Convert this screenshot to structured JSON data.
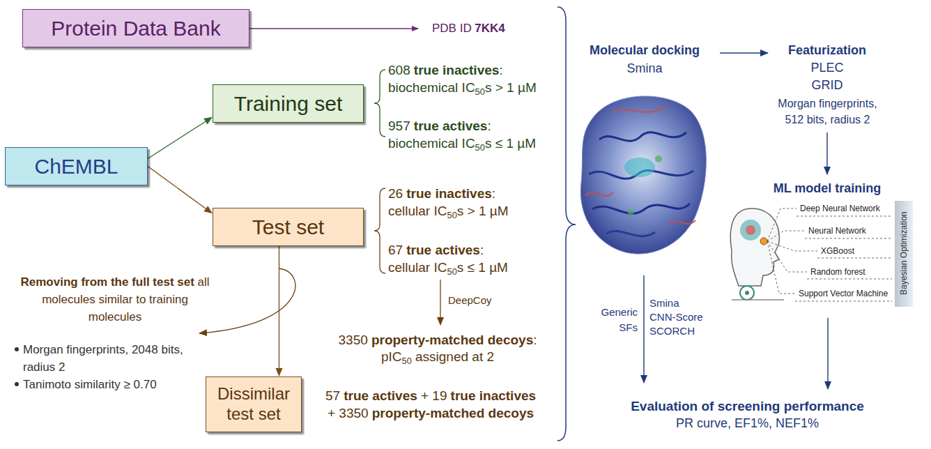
{
  "diagram": {
    "nodes": [
      {
        "text": [
          "Protein Data Bank"
        ]
      },
      {
        "text": [
          "ChEMBL"
        ]
      },
      {
        "text": [
          "Training set"
        ]
      },
      {
        "text": [
          "Test set"
        ]
      },
      {
        "text": [
          "Dissimilar test set"
        ]
      }
    ],
    "edges": [
      {
        "from": 1,
        "to": 2,
        "arrow": "to"
      },
      {
        "from": 1,
        "to": 3,
        "arrow": "to"
      },
      {
        "from": 3,
        "to": 4,
        "arrow": "to"
      }
    ],
    "labels": [
      "PDB ID",
      "7KK4",
      "608",
      "true inactives",
      ":",
      "biochemical IC",
      "50",
      "s > 1 µM",
      "957",
      "true actives",
      ":",
      "biochemical IC",
      "50",
      "s ≤ 1 µM",
      "26",
      "true inactives",
      ":",
      "cellular IC",
      "50",
      "s > 1 µM",
      "67",
      "true actives",
      ":",
      "cellular IC",
      "50",
      "s ≤ 1 µM",
      "DeepCoy",
      "3350",
      "property-matched decoys",
      ":",
      "pIC",
      "50",
      "assigned at 2",
      "57",
      "true actives",
      "+ 19",
      "true inactives",
      "+ 3350",
      "property-matched decoys",
      "Removing from the full test set",
      "all molecules similar to training molecules",
      "Morgan fingerprints, 2048 bits, radius 2",
      "Tanimoto similarity ≥ 0.70",
      "Molecular docking",
      "Smina",
      "Featurization",
      "PLEC",
      "GRID",
      "Morgan fingerprints, 512 bits, radius 2",
      "ML model training",
      "Deep Neural Network",
      "Neural Network",
      "XGBoost",
      "Random forest",
      "Support Vector Machine",
      "Bayesian Optimization",
      "Generic SFs",
      "Smina",
      "CNN-Score",
      "SCORCH",
      "Evaluation of screening performance",
      "PR curve, EF1%, NEF1%"
    ]
  }
}
